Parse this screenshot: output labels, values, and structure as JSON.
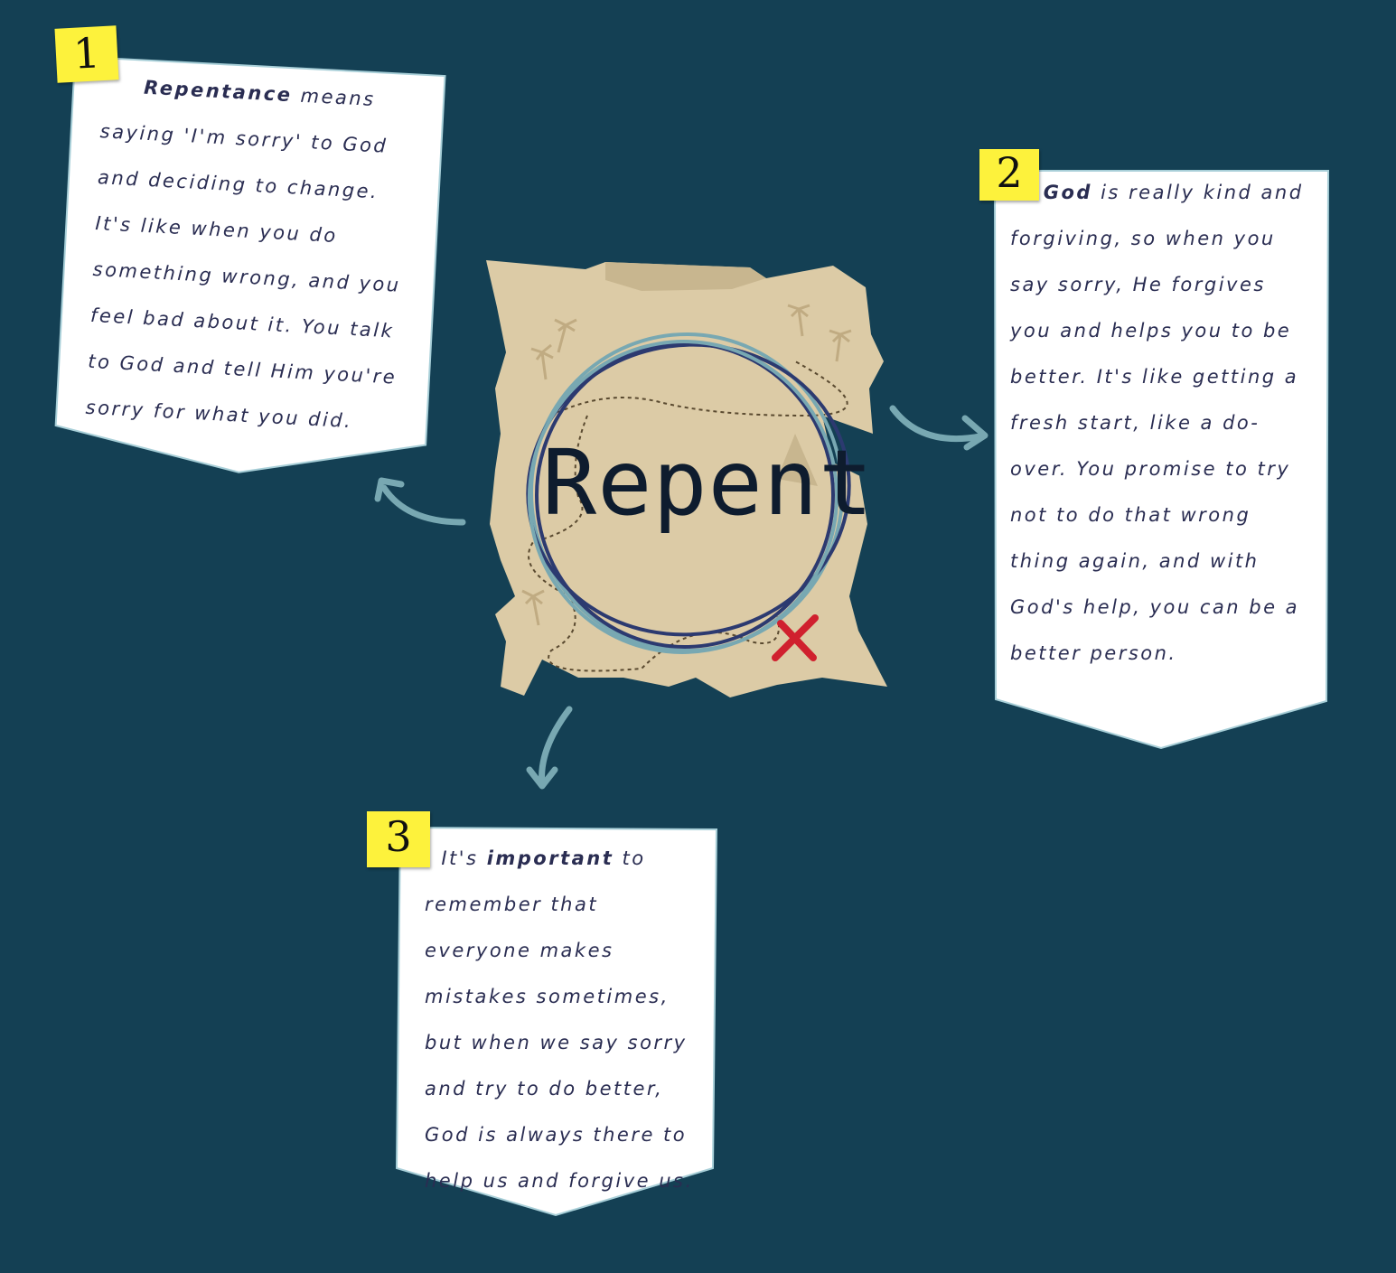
{
  "center": {
    "title": "Repent"
  },
  "cards": [
    {
      "number": "1",
      "lines": [
        [
          "",
          "Repentance",
          " means"
        ],
        [
          "saying 'I'm sorry' to God"
        ],
        [
          "and deciding to change."
        ],
        [
          "It's like when you do"
        ],
        [
          "something wrong, and you"
        ],
        [
          "feel bad about it. You talk"
        ],
        [
          "to God and tell Him you're"
        ],
        [
          "sorry for what you did."
        ]
      ]
    },
    {
      "number": "2",
      "lines": [
        [
          "",
          "God",
          " is really kind and"
        ],
        [
          "forgiving, so when you"
        ],
        [
          "say sorry, He forgives"
        ],
        [
          "you and helps you to be"
        ],
        [
          "better. It's like getting a"
        ],
        [
          "fresh start, like a do-"
        ],
        [
          "over. You promise to try"
        ],
        [
          "not to do that wrong"
        ],
        [
          "thing again, and with"
        ],
        [
          "God's help, you can be a"
        ],
        [
          "better person."
        ]
      ]
    },
    {
      "number": "3",
      "lines": [
        [
          "It's ",
          "important",
          " to"
        ],
        [
          "remember that"
        ],
        [
          "everyone makes"
        ],
        [
          "mistakes sometimes,"
        ],
        [
          "but when we say sorry"
        ],
        [
          "and try to do better,"
        ],
        [
          "God is always there to"
        ],
        [
          "help us and forgive us."
        ]
      ]
    }
  ],
  "colors": {
    "background": "#144054",
    "parchment": "#dccba6",
    "card_border": "#a8cfd8",
    "sticky_note": "#fdf23c",
    "arrow": "#78a8b2",
    "cross": "#d0202e"
  }
}
